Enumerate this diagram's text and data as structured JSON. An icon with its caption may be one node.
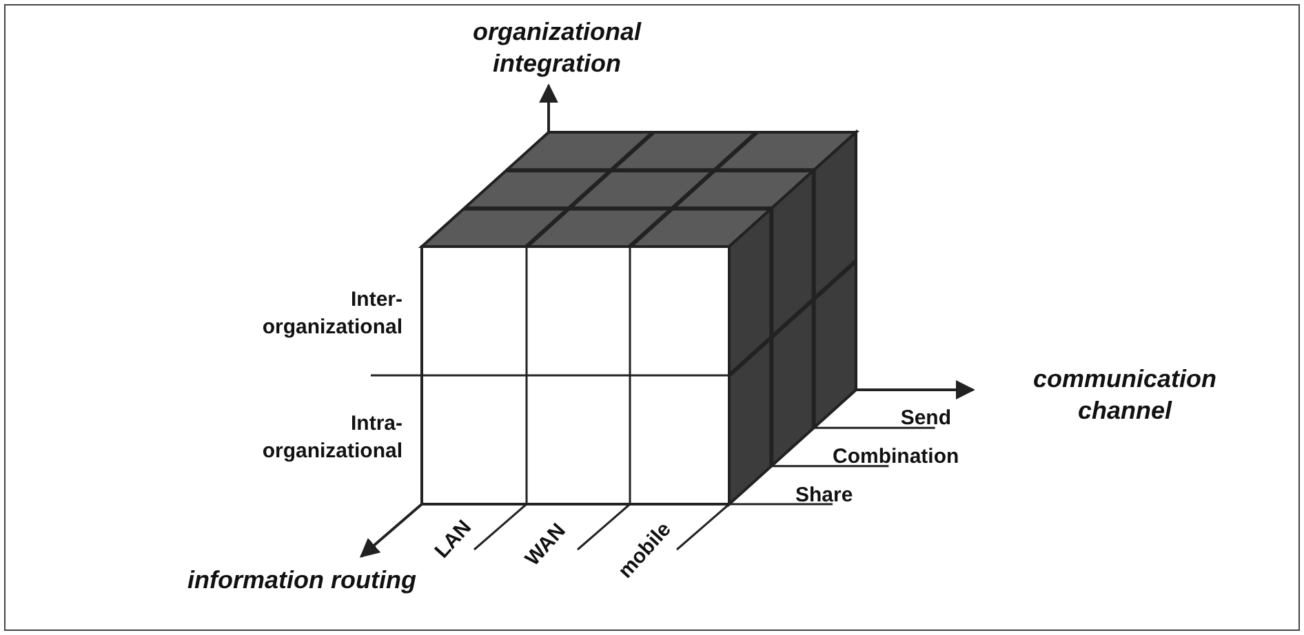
{
  "diagram": {
    "labels": [
      "organizational integration",
      "Inter-organizational",
      "communication channel",
      "Intra-organizational",
      "Send",
      "Combination",
      "Share",
      "LAN",
      "WAN",
      "mobile",
      "information routing"
    ]
  }
}
